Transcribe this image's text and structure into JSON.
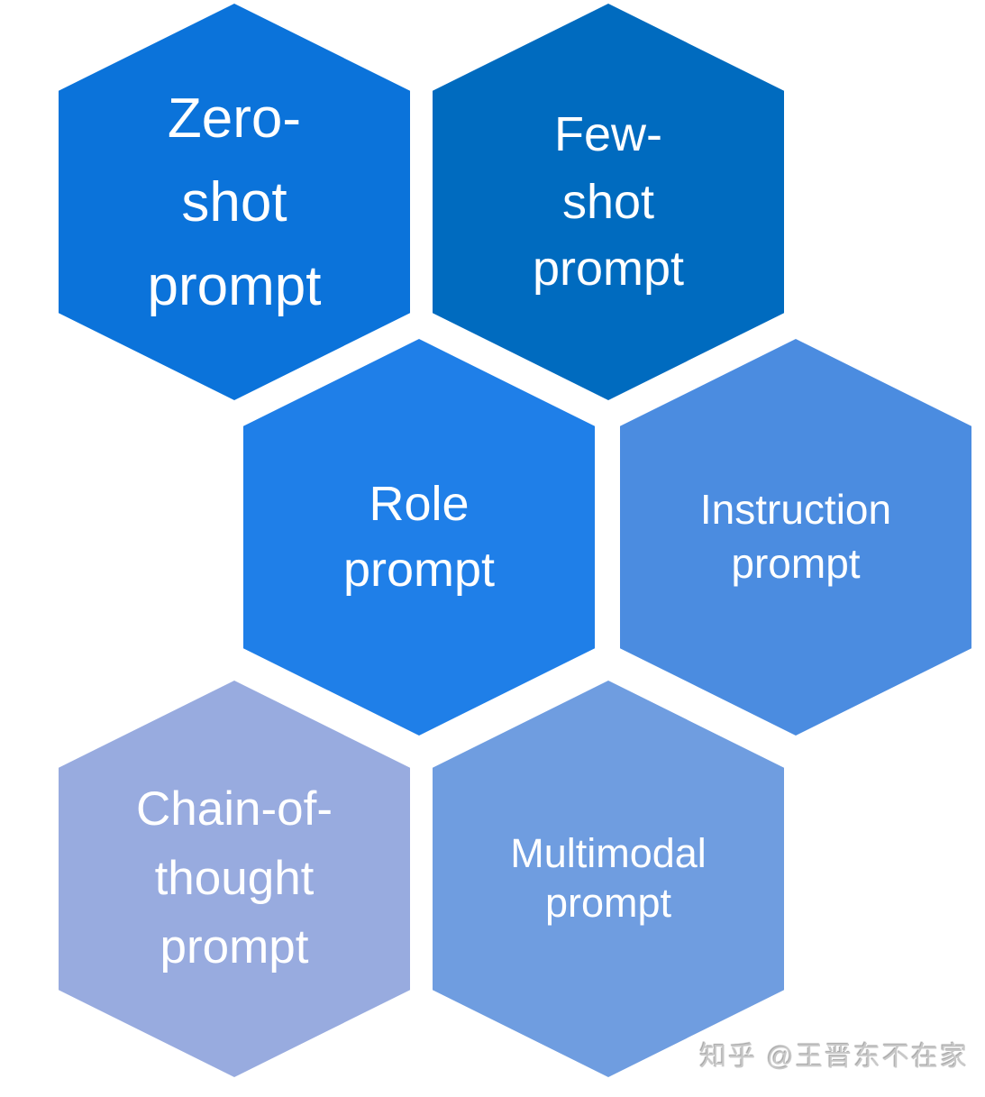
{
  "diagram": {
    "description": "Honeycomb diagram of prompt engineering types",
    "text_color": "#ffffff",
    "hexagons": [
      {
        "name": "zero-shot",
        "label": "Zero-\nshot\nprompt",
        "color": "#0b73da"
      },
      {
        "name": "few-shot",
        "label": "Few-\nshot\nprompt",
        "color": "#006bbf"
      },
      {
        "name": "role",
        "label": "Role\nprompt",
        "color": "#1f7fe8"
      },
      {
        "name": "instruction",
        "label": "Instruction\nprompt",
        "color": "#4b8ce0"
      },
      {
        "name": "chain-of-thought",
        "label": "Chain-of-\nthought\nprompt",
        "color": "#98abdf"
      },
      {
        "name": "multimodal",
        "label": "Multimodal\nprompt",
        "color": "#6f9de0"
      }
    ]
  },
  "watermark": {
    "text": "知乎 @王晋东不在家",
    "color": "#c8c8c8"
  }
}
